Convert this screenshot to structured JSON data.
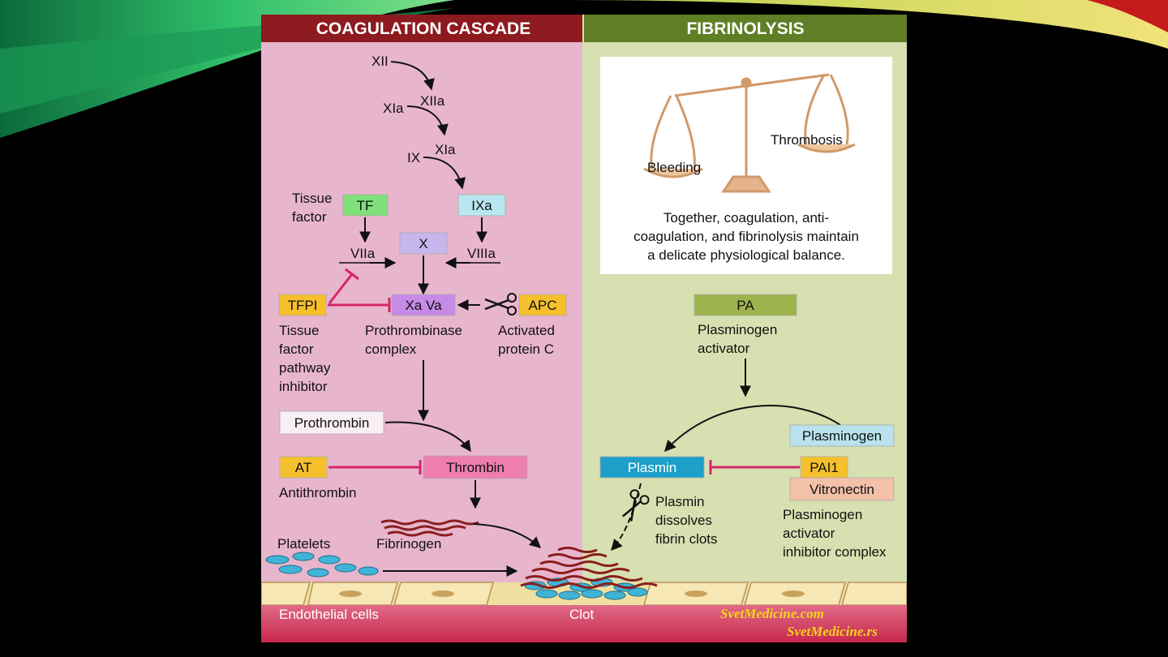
{
  "coagulation": {
    "header": "COAGULATION CASCADE",
    "xii": "XII",
    "xiia": "XIIa",
    "xia_in": "XIa",
    "xia_out": "XIa",
    "ix": "IX",
    "ixa": "IXa",
    "tf": "TF",
    "tissue_factor": [
      "Tissue",
      "factor"
    ],
    "viia": "VIIa",
    "x": "X",
    "viiia": "VIIIa",
    "tfpi": "TFPI",
    "tfpi_full": [
      "Tissue",
      "factor",
      "pathway",
      "inhibitor"
    ],
    "xa_va": "Xa Va",
    "prothrombinase": [
      "Prothrombinase",
      "complex"
    ],
    "apc": "APC",
    "apc_full": [
      "Activated",
      "protein C"
    ],
    "prothrombin": "Prothrombin",
    "thrombin": "Thrombin",
    "at": "AT",
    "antithrombin": "Antithrombin",
    "platelets": "Platelets",
    "fibrinogen": "Fibrinogen",
    "endothelial": "Endothelial cells",
    "clot": "Clot"
  },
  "fibrinolysis": {
    "header": "FIBRINOLYSIS",
    "bleeding": "Bleeding",
    "thrombosis": "Thrombosis",
    "balance_text": [
      "Together, coagulation, anti-",
      "coagulation, and fibrinolysis maintain",
      "a delicate physiological balance."
    ],
    "pa": "PA",
    "pa_full": [
      "Plasminogen",
      "activator"
    ],
    "plasminogen": "Plasminogen",
    "plasmin": "Plasmin",
    "pai1": "PAI1",
    "vitronectin": "Vitronectin",
    "plasmin_dissolves": [
      "Plasmin",
      "dissolves",
      "fibrin clots"
    ],
    "pai_complex": [
      "Plasminogen",
      "activator",
      "inhibitor complex"
    ]
  },
  "watermark": [
    "SvetMedicine.com",
    "SvetMedicine.rs"
  ],
  "colors": {
    "coag_bg": "#e8b6cc",
    "fib_bg": "#d7e0b0",
    "coag_header": "#8c1a1f",
    "fib_header": "#5f7e25",
    "tf_box": "#7fe07a",
    "ixa_box": "#b9e7f1",
    "x_box": "#c7b6ec",
    "xa_box": "#c58be6",
    "yellow_box": "#f6c02c",
    "thrombin_box": "#ee7db0",
    "pa_box": "#9fb34c",
    "plasmin_box": "#1e9fc9",
    "plasminogen_box": "#b9e2ee",
    "vitronectin_box": "#f3c0a8",
    "inhibit": "#d6246c"
  },
  "icons": {
    "scissors": "scissors-icon",
    "balance": "balance-scale-icon"
  }
}
